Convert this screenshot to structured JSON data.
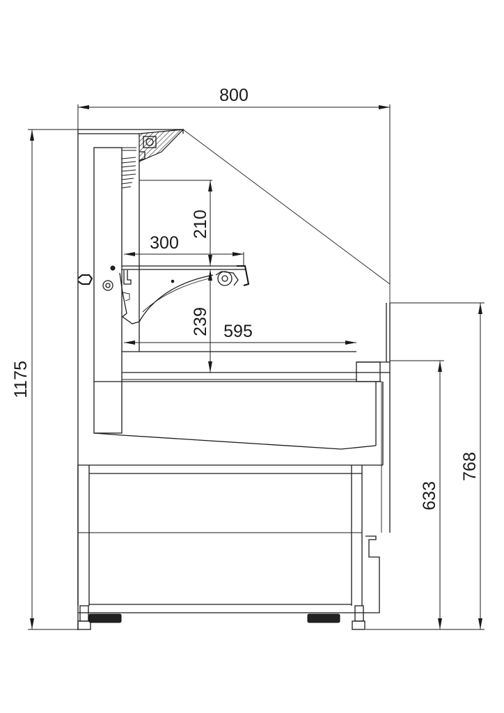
{
  "dimensions": {
    "overall_width": "800",
    "overall_height": "1175",
    "shelf_spacing": "210",
    "shelf_depth": "300",
    "lower_shelf_spacing": "239",
    "display_depth": "595",
    "height_to_counter": "633",
    "height_to_glass_end": "768"
  }
}
